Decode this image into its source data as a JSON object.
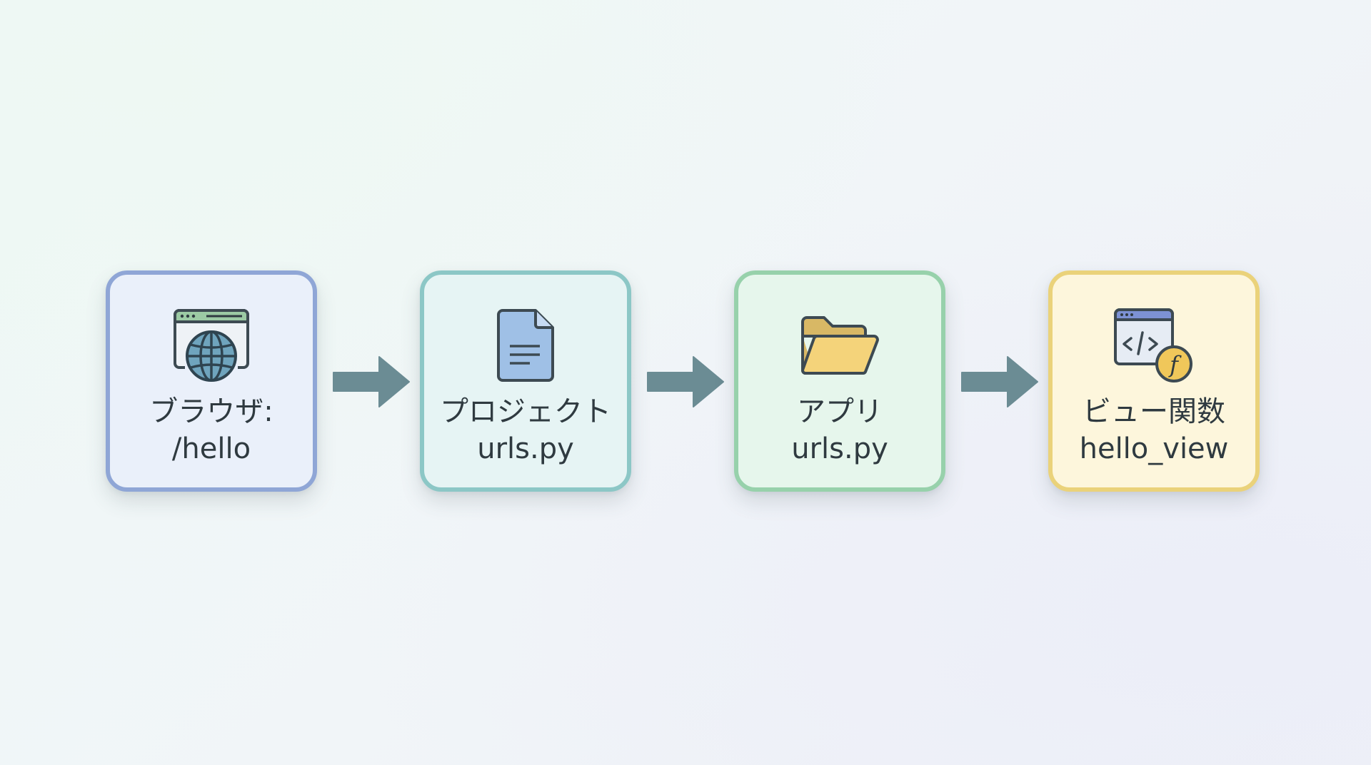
{
  "diagram": {
    "type": "flow",
    "direction": "left-to-right",
    "nodes": [
      {
        "id": "browser",
        "icon": "browser-globe-icon",
        "line1": "ブラウザ:",
        "line2": "/hello",
        "border_color": "#8fa6d6",
        "fill_color": "#eaf0fa"
      },
      {
        "id": "project-urls",
        "icon": "document-icon",
        "line1": "プロジェクト",
        "line2": "urls.py",
        "border_color": "#8cc7c6",
        "fill_color": "#e6f4f4"
      },
      {
        "id": "app-urls",
        "icon": "open-folder-icon",
        "line1": "アプリ",
        "line2": "urls.py",
        "border_color": "#97d1ab",
        "fill_color": "#e6f6ec"
      },
      {
        "id": "view-function",
        "icon": "code-window-function-icon",
        "line1": "ビュー関数",
        "line2": "hello_view",
        "border_color": "#ead27a",
        "fill_color": "#fdf6dc"
      }
    ],
    "edges": [
      {
        "from": "browser",
        "to": "project-urls"
      },
      {
        "from": "project-urls",
        "to": "app-urls"
      },
      {
        "from": "app-urls",
        "to": "view-function"
      }
    ],
    "arrow_color": "#6b8c94"
  }
}
